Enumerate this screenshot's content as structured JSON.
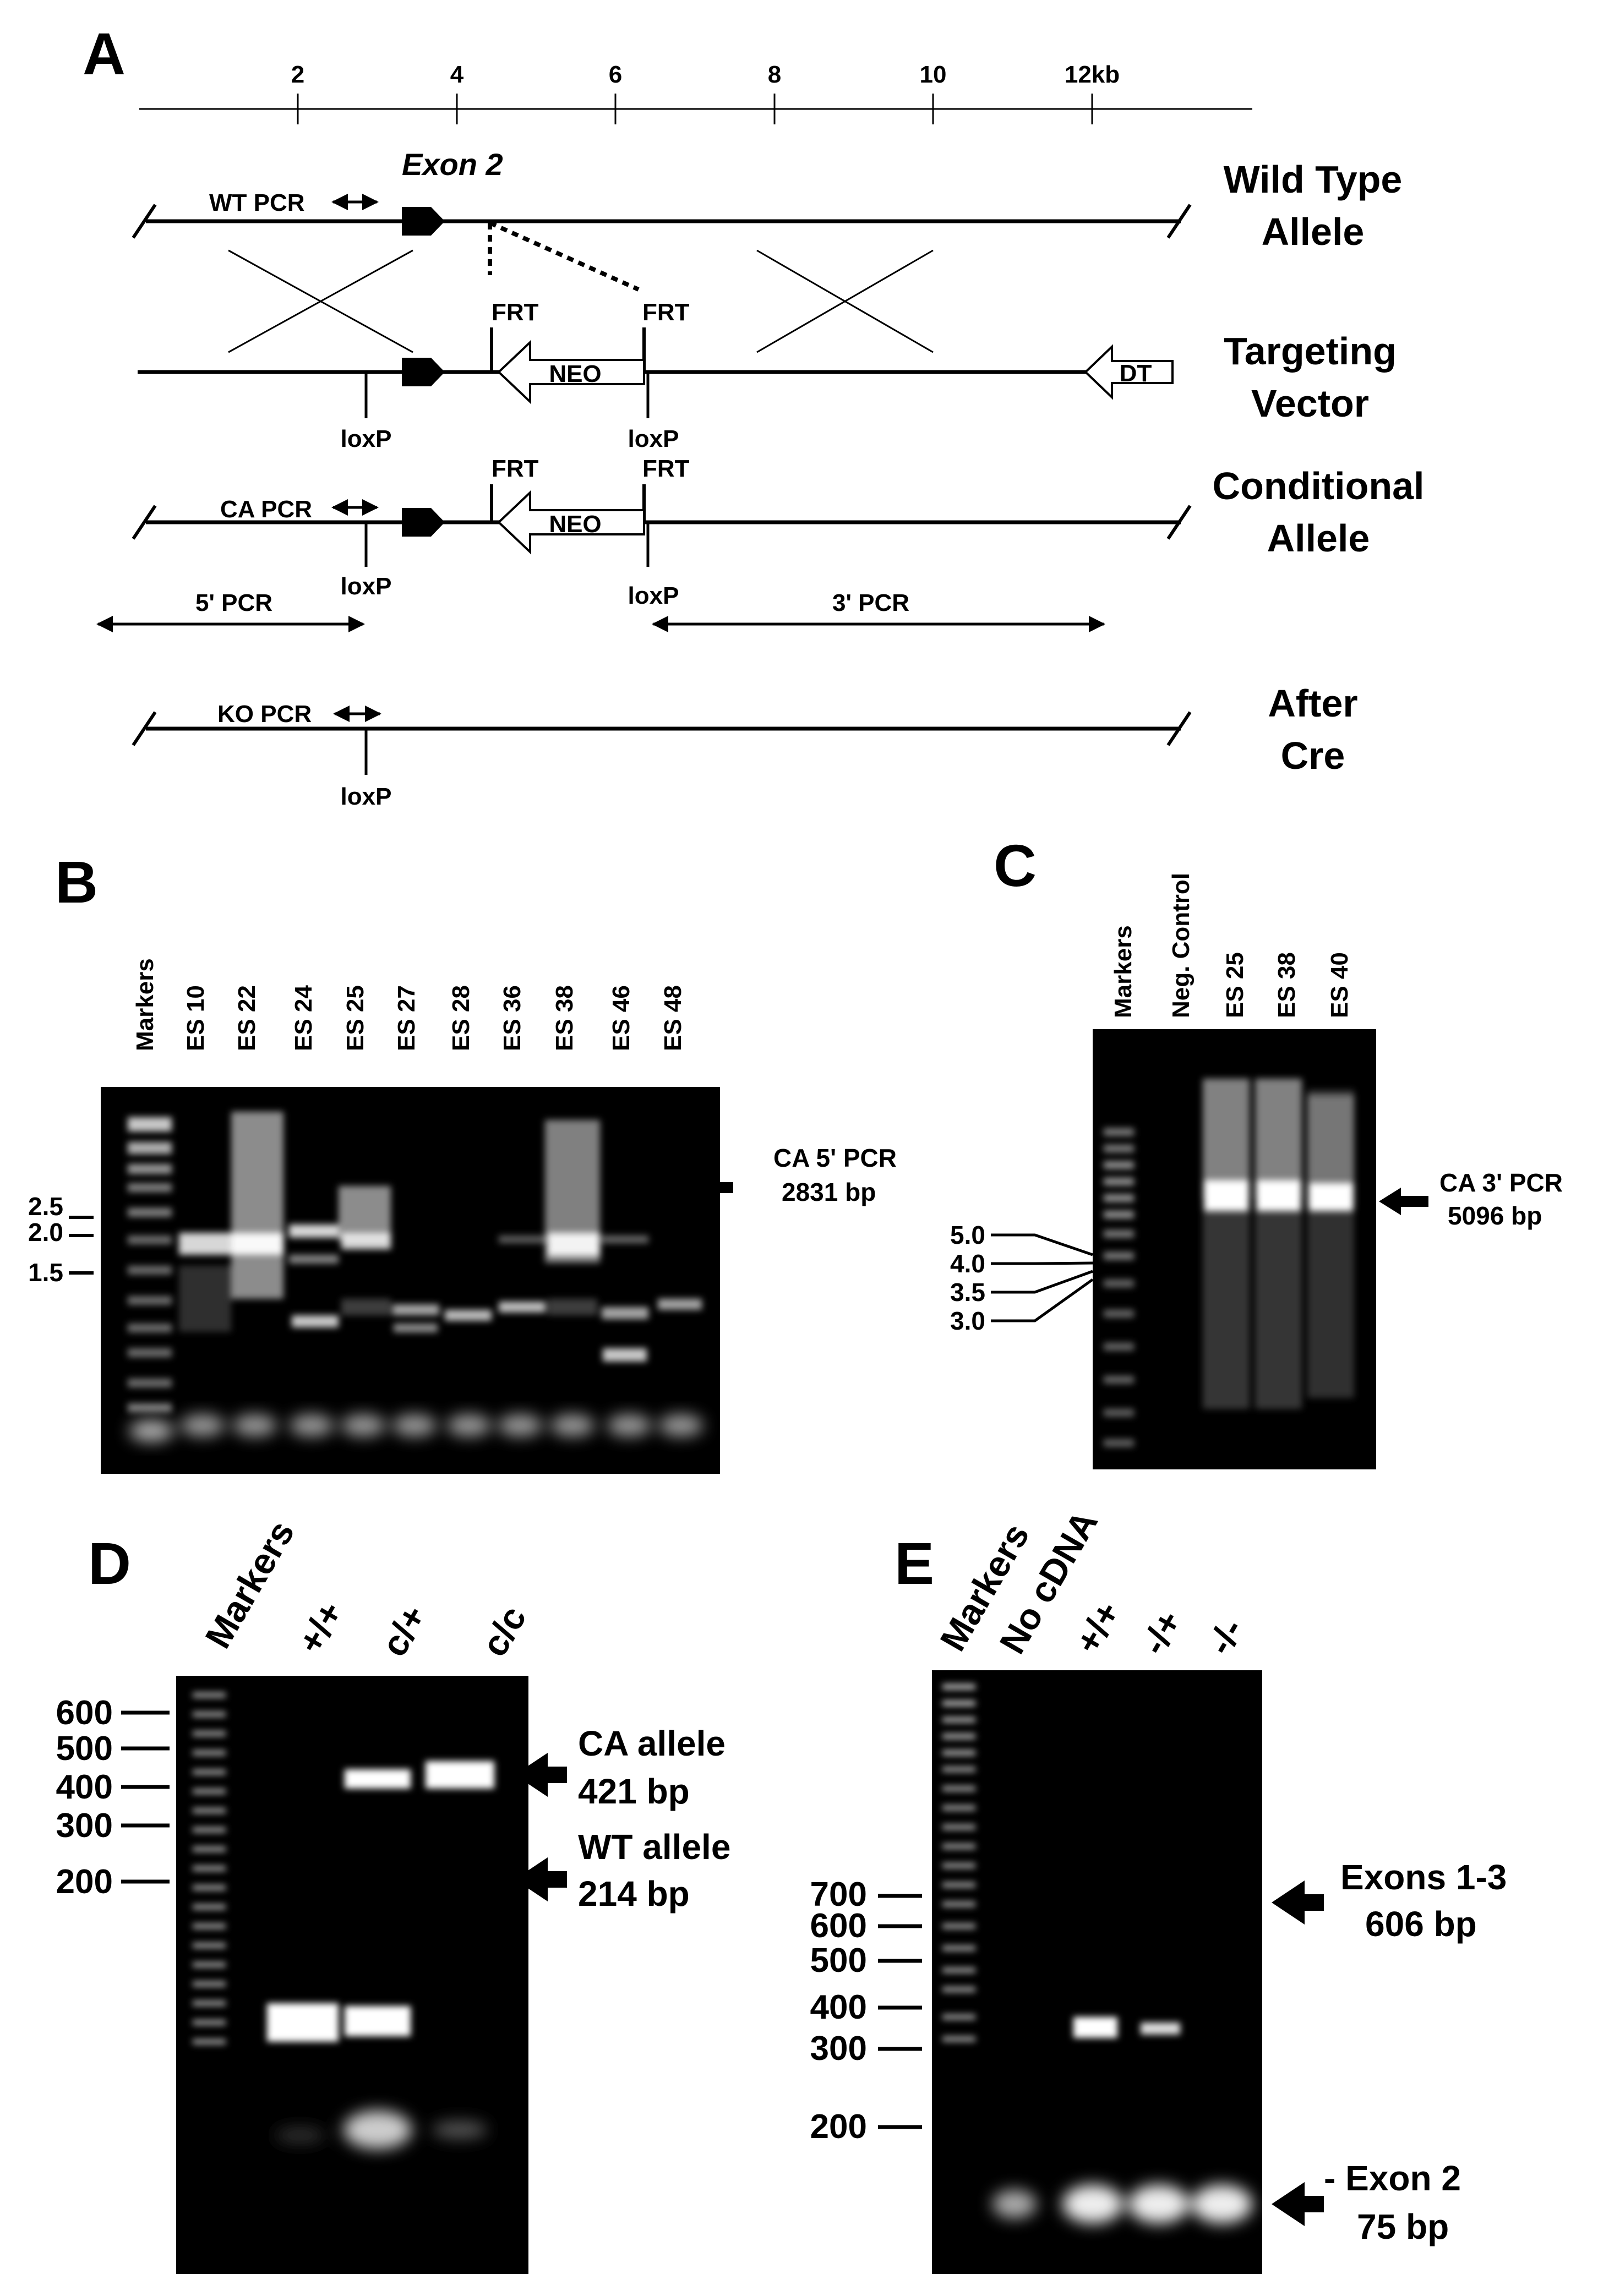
{
  "panels": {
    "A": "A",
    "B": "B",
    "C": "C",
    "D": "D",
    "E": "E"
  },
  "scale": {
    "ticks": [
      "2",
      "4",
      "6",
      "8",
      "10",
      "12kb"
    ]
  },
  "map": {
    "exon_label": "Exon 2",
    "wt_pcr": "WT PCR",
    "ca_pcr": "CA PCR",
    "ko_pcr": "KO PCR",
    "frt": "FRT",
    "loxp": "loxP",
    "neo": "NEO",
    "dt": "DT",
    "pcr5": "5' PCR",
    "pcr3": "3' PCR",
    "wild_type": [
      "Wild Type",
      "Allele"
    ],
    "targeting": [
      "Targeting",
      "Vector"
    ],
    "conditional": [
      "Conditional",
      "Allele"
    ],
    "after_cre": [
      "After",
      "Cre"
    ]
  },
  "gel_b": {
    "lanes": [
      "Markers",
      "ES 10",
      "ES 22",
      "ES 24",
      "ES 25",
      "ES 27",
      "ES 28",
      "ES 36",
      "ES 38",
      "ES 46",
      "ES 48"
    ],
    "markers": [
      "2.5",
      "2.0",
      "1.5"
    ],
    "annotation": [
      "CA 5' PCR",
      "2831 bp"
    ]
  },
  "gel_c": {
    "lanes": [
      "Markers",
      "Neg. Control",
      "ES 25",
      "ES 38",
      "ES 40"
    ],
    "markers": [
      "5.0",
      "4.0",
      "3.5",
      "3.0"
    ],
    "annotation": [
      "CA 3' PCR",
      "5096 bp"
    ]
  },
  "gel_d": {
    "lanes": [
      "Markers",
      "+/+",
      "c/+",
      "c/c"
    ],
    "markers": [
      "600",
      "500",
      "400",
      "300",
      "200"
    ],
    "ca_allele": [
      "CA allele",
      "421 bp"
    ],
    "wt_allele": [
      "WT allele",
      "214 bp"
    ]
  },
  "gel_e": {
    "lanes": [
      "Markers",
      "No cDNA",
      "+/+",
      "-/+",
      "-/-"
    ],
    "markers": [
      "700",
      "600",
      "500",
      "400",
      "300",
      "200"
    ],
    "exons13": [
      "Exons 1-3",
      "606 bp"
    ],
    "exon2": [
      "- Exon 2",
      "75 bp"
    ]
  }
}
